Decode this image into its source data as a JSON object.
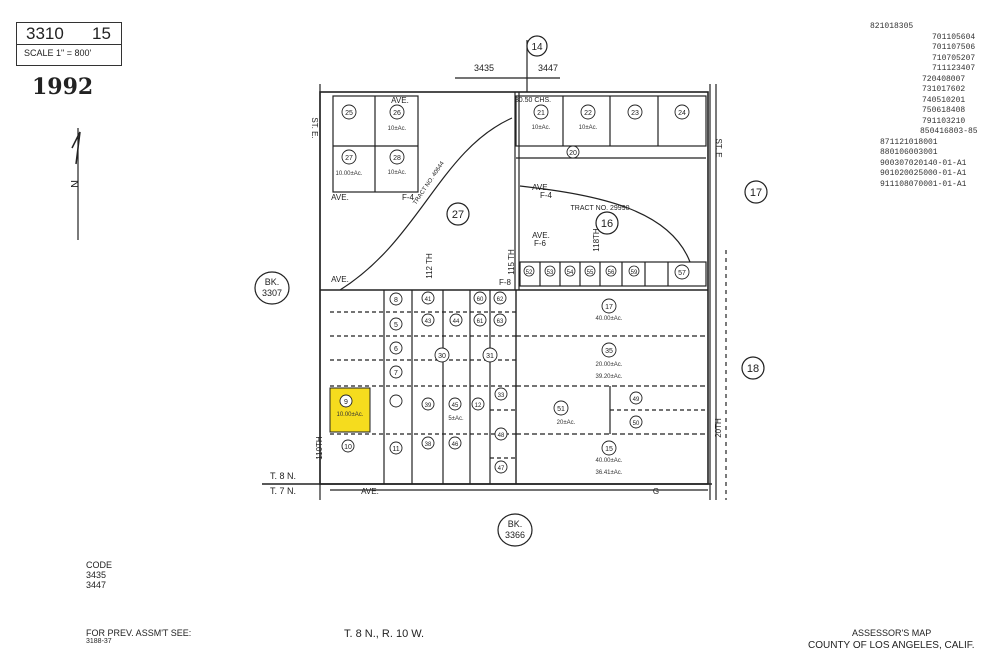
{
  "header": {
    "book": "3310",
    "page": "15",
    "scale": "SCALE 1\" = 800'",
    "year": "1992"
  },
  "top_block": "14",
  "top_codes": [
    "3435",
    "3447"
  ],
  "north_arrow": "N",
  "left_book": {
    "prefix": "BK.",
    "number": "3307"
  },
  "bottom_book": {
    "prefix": "BK.",
    "number": "3366"
  },
  "tract_labels": [
    "TRACT NO. 40644",
    "TRACT NO. 29990"
  ],
  "streets": {
    "st_e_left": "ST. E.",
    "st_e_right": "ST. E",
    "ave": "AVE.",
    "f4": "F-4",
    "f6": "F-6",
    "f8": "F-8",
    "tenth": "110TH",
    "twelfth": "112 TH",
    "fifteenth": "115 TH",
    "eighteenth": "118TH",
    "twentieth": "20TH",
    "g": "G",
    "chs": "80.50 CHS."
  },
  "township_lines": [
    "T. 8 N.",
    "T. 7 N."
  ],
  "big_blocks": [
    "27",
    "16",
    "17",
    "18"
  ],
  "parcels": [
    "25",
    "26",
    "27",
    "28",
    "21",
    "22",
    "23",
    "24",
    "20",
    "52",
    "53",
    "54",
    "55",
    "56",
    "59",
    "57",
    "8",
    "5",
    "6",
    "7",
    "9",
    "10",
    "11",
    "41",
    "43",
    "44",
    "30",
    "31",
    "39",
    "45",
    "12",
    "38",
    "46",
    "60",
    "62",
    "61",
    "63",
    "33",
    "48",
    "47",
    "17",
    "35",
    "51",
    "49",
    "50",
    "15"
  ],
  "parcel_areas": [
    "10.00±Ac.",
    "10±Ac.",
    "10±Ac.",
    "10±Ac.",
    "10±Ac.",
    "5±Ac.",
    "40.00±Ac.",
    "20.00±Ac.",
    "39.20±Ac.",
    "10.00±Ac.",
    "20±Ac.",
    "40.00±Ac.",
    "36.41±Ac."
  ],
  "right_notes": [
    "821018305",
    "701105604",
    "701107506",
    "710705207",
    "711123407",
    "720408007",
    "731017602",
    "740510201",
    "750618408",
    "791103210",
    "850416803-85",
    "871121018001",
    "880106003001",
    "900307020140-01-A1",
    "901020025000-01-A1",
    "911108070001-01-A1"
  ],
  "footer": {
    "code_label": "CODE",
    "codes": [
      "3435",
      "3447"
    ],
    "prev_label": "FOR PREV. ASSM'T SEE:",
    "prev_ref": "3188-37",
    "township": "T. 8 N., R. 10 W.",
    "assessor": "ASSESSOR'S MAP",
    "county": "COUNTY OF LOS ANGELES, CALIF."
  },
  "colors": {
    "highlight": "#f5dc1e",
    "ink": "#222222",
    "paper": "#ffffff"
  }
}
